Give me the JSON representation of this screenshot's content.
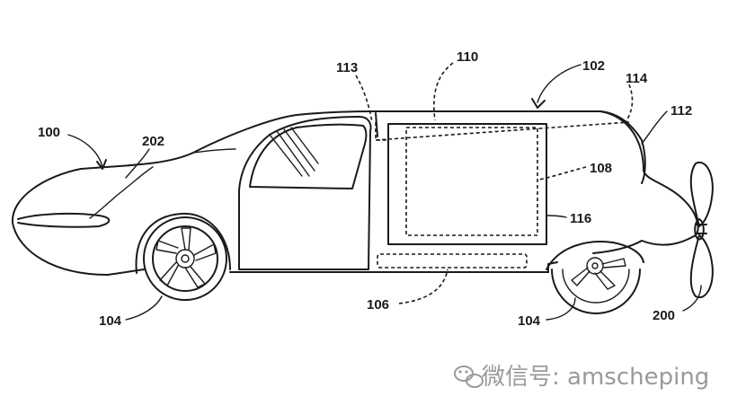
{
  "labels": {
    "l100": "100",
    "l202": "202",
    "l113": "113",
    "l110": "110",
    "l102": "102",
    "l114": "114",
    "l112": "112",
    "l108": "108",
    "l116": "116",
    "l106": "106",
    "l104_front": "104",
    "l104_rear": "104",
    "l200": "200"
  },
  "watermark": {
    "text": "微信号: amscheping",
    "icon": "wechat-icon"
  },
  "colors": {
    "line": "#1a1a1a",
    "watermark": "#9a9a9a"
  }
}
